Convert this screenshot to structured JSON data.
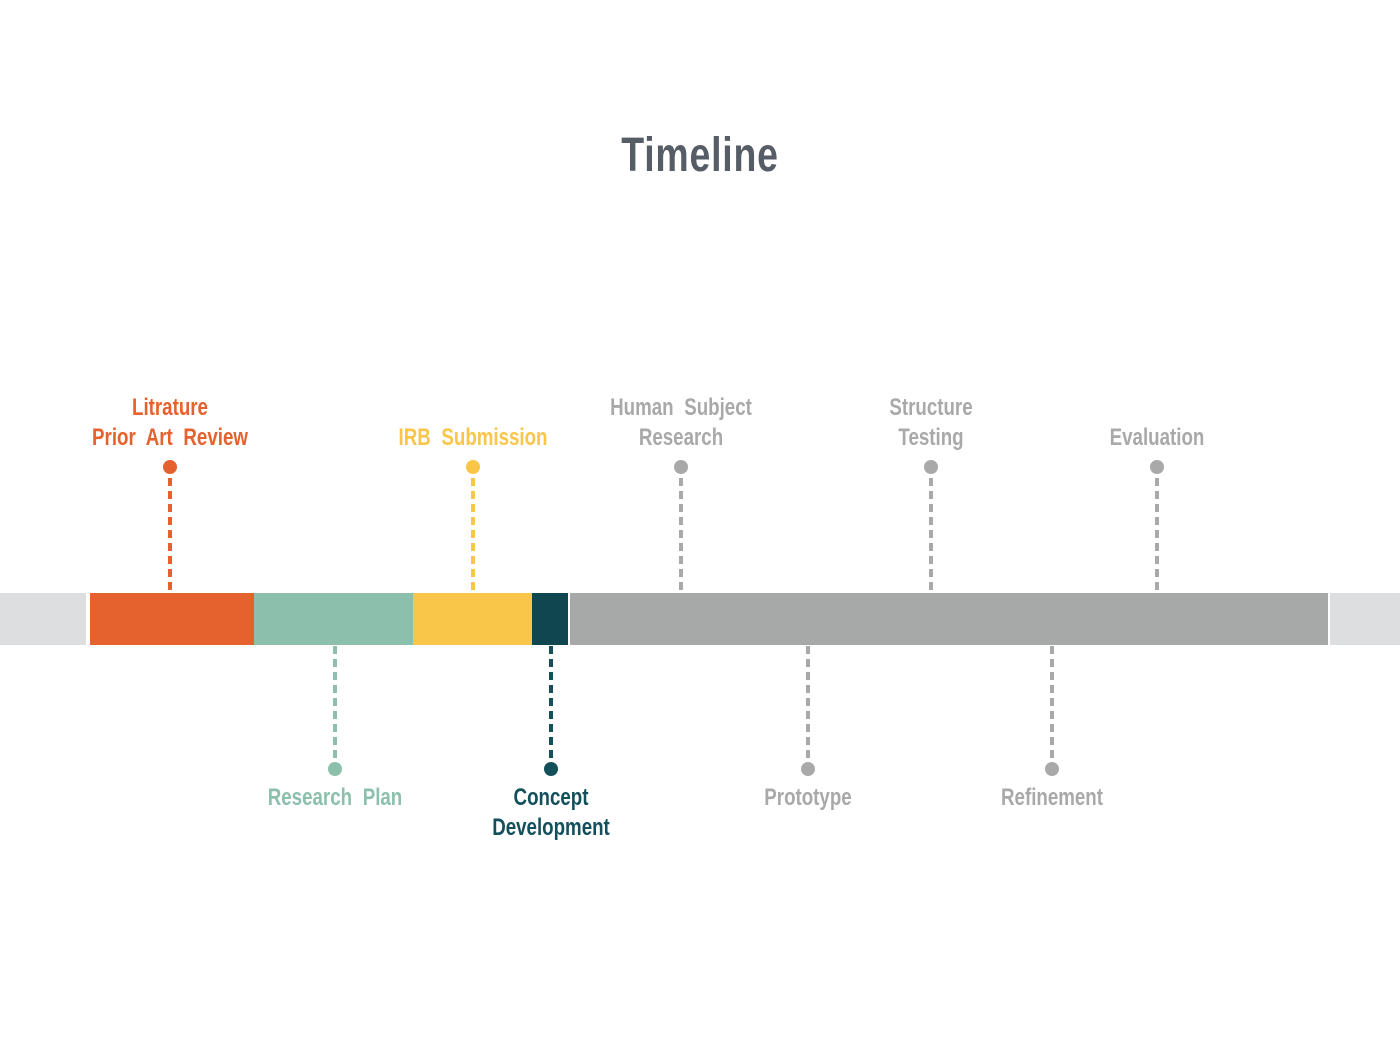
{
  "title": "Timeline",
  "palette": {
    "title_gray": "#565d66",
    "orange": "#e5612d",
    "yellow": "#f9c64a",
    "teal": "#8cc0ac",
    "dark_teal": "#14505c",
    "dark_teal_bar": "#10464f",
    "gray": "#a9a9a9",
    "bar_gray": "#a7a9a8",
    "track_gray": "#dcdee0"
  },
  "bar": {
    "segments": [
      {
        "color": "orange"
      },
      {
        "color": "teal"
      },
      {
        "color": "yellow"
      },
      {
        "color": "dark_teal_bar"
      },
      {
        "color": "bar_gray"
      }
    ]
  },
  "milestones_above": [
    {
      "lines": [
        "Litrature",
        "Prior Art Review"
      ],
      "color": "orange"
    },
    {
      "lines": [
        "IRB Submission"
      ],
      "color": "yellow"
    },
    {
      "lines": [
        "Human Subject",
        "Research"
      ],
      "color": "gray"
    },
    {
      "lines": [
        "Structure",
        "Testing"
      ],
      "color": "gray"
    },
    {
      "lines": [
        "Evaluation"
      ],
      "color": "gray"
    }
  ],
  "milestones_below": [
    {
      "lines": [
        "Research Plan"
      ],
      "color": "teal"
    },
    {
      "lines": [
        "Concept",
        "Development"
      ],
      "color": "dark_teal"
    },
    {
      "lines": [
        "Prototype"
      ],
      "color": "gray"
    },
    {
      "lines": [
        "Refinement"
      ],
      "color": "gray"
    }
  ]
}
